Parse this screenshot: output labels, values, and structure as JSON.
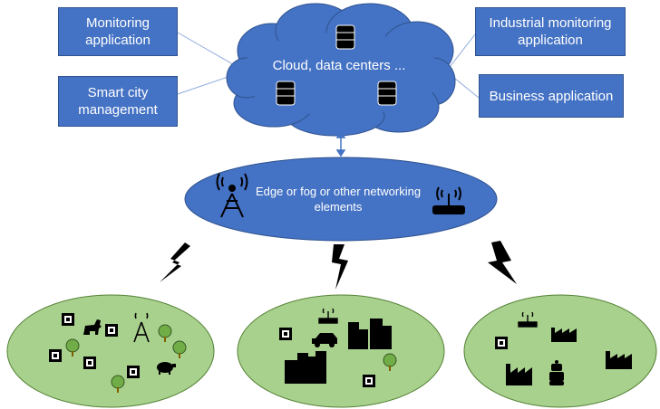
{
  "apps": {
    "monitoring": "Monitoring application",
    "smart_city": "Smart city management",
    "industrial": "Industrial monitoring application",
    "business": "Business application"
  },
  "cloud": {
    "label": "Cloud, data centers ..."
  },
  "edge": {
    "label": "Edge or fog or other networking elements"
  },
  "colors": {
    "box": "#4472c4",
    "cloud": "#4472c4",
    "field": "#a9d18e",
    "line": "#8faadc"
  }
}
